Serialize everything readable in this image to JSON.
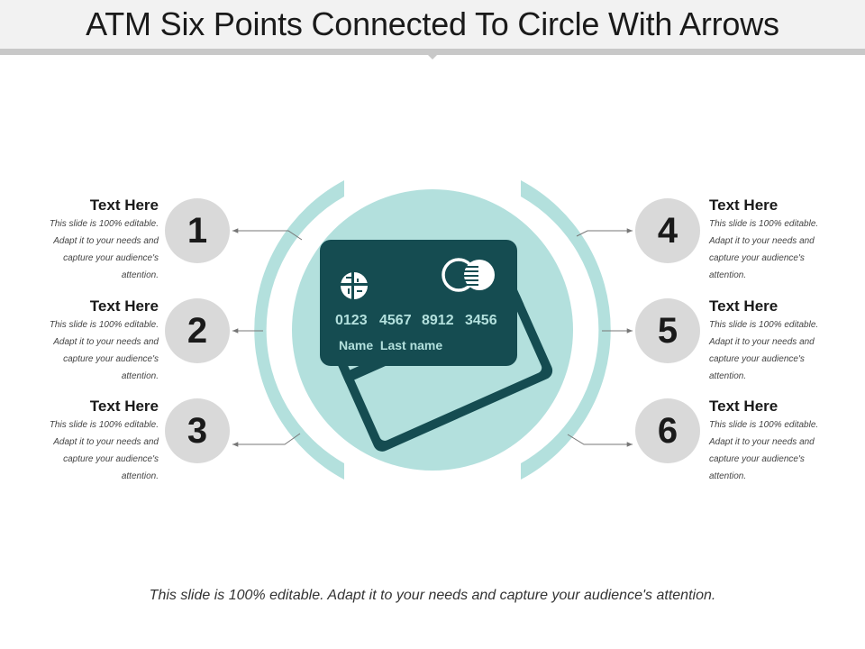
{
  "slide": {
    "title": "ATM Six Points Connected To Circle With Arrows",
    "footer": "This slide is 100% editable. Adapt it to your needs and capture your audience's attention."
  },
  "card": {
    "number_groups": [
      "0123",
      "4567",
      "8912",
      "3456"
    ],
    "name": "Name  Last name"
  },
  "points": [
    {
      "number": "1",
      "heading": "Text Here",
      "lines": [
        "This slide is 100% editable.",
        "Adapt it to your needs and",
        "capture your audience's",
        "attention."
      ]
    },
    {
      "number": "2",
      "heading": "Text Here",
      "lines": [
        "This slide is 100% editable.",
        "Adapt it to your needs and",
        "capture your audience's",
        "attention."
      ]
    },
    {
      "number": "3",
      "heading": "Text Here",
      "lines": [
        "This slide is 100% editable.",
        "Adapt it to your needs and",
        "capture your audience's",
        "attention."
      ]
    },
    {
      "number": "4",
      "heading": "Text Here",
      "lines": [
        "This slide is 100% editable.",
        "Adapt it to your needs and",
        "capture your audience's",
        "attention."
      ]
    },
    {
      "number": "5",
      "heading": "Text Here",
      "lines": [
        "This slide is 100% editable.",
        "Adapt it to your needs and",
        "capture your audience's",
        "attention."
      ]
    },
    {
      "number": "6",
      "heading": "Text Here",
      "lines": [
        "This slide is 100% editable.",
        "Adapt it to your needs and",
        "capture your audience's",
        "attention."
      ]
    }
  ],
  "colors": {
    "ring": "#b3e0dd",
    "card": "#154c51",
    "badge": "#d9d9d9",
    "arrow": "#777777"
  }
}
